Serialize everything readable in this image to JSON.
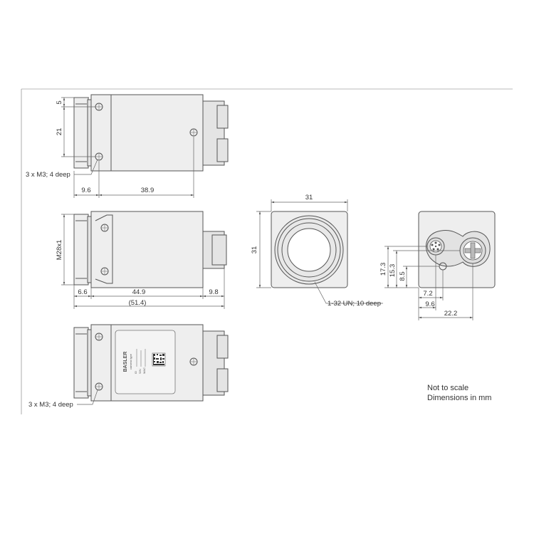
{
  "dimensions": {
    "d5": "5",
    "d21": "21",
    "d9_6_top": "9.6",
    "d38_9": "38.9",
    "m28x1": "M28x1",
    "d6_6": "6.6",
    "d44_9": "44.9",
    "d9_8": "9.8",
    "d51_4": "(51.4)",
    "front_width": "31",
    "front_height": "31",
    "d17_3": "17.3",
    "d15_3": "15.3",
    "d8_5": "8.5",
    "d7_2": "7.2",
    "d9_6_back": "9.6",
    "d22_2": "22.2"
  },
  "callouts": {
    "mount_holes_top": "3 x M3; 4 deep",
    "mount_holes_bottom": "3 x M3; 4 deep",
    "tripod_thread": "1-32 UN; 10 deep"
  },
  "label": {
    "brand": "BASLER",
    "model": "camera type",
    "line1": "ID",
    "line2": "S/N",
    "line3": "MAC"
  },
  "notes": {
    "scale": "Not to scale",
    "units": "Dimensions in mm"
  }
}
